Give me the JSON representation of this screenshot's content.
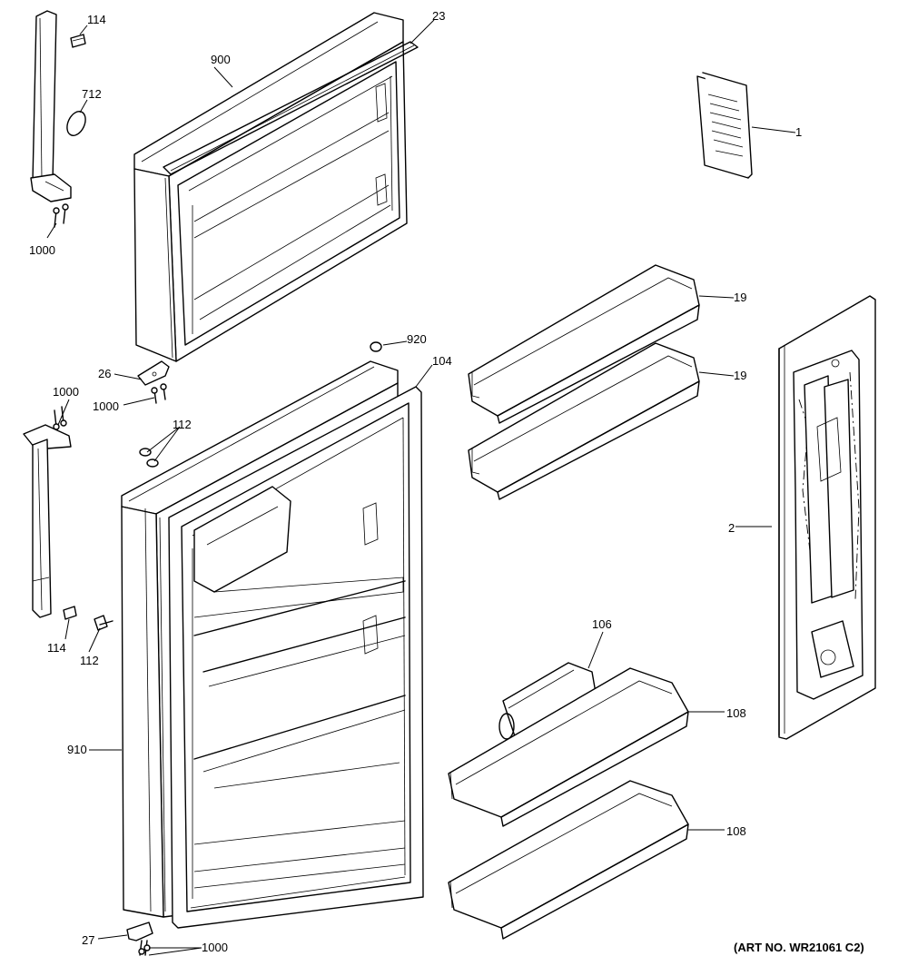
{
  "diagram": {
    "art_no": "(ART NO. WR21061 C2)",
    "callouts": [
      {
        "id": "c-114-top",
        "label": "114"
      },
      {
        "id": "c-712",
        "label": "712"
      },
      {
        "id": "c-1000-a",
        "label": "1000"
      },
      {
        "id": "c-900",
        "label": "900"
      },
      {
        "id": "c-23",
        "label": "23"
      },
      {
        "id": "c-1",
        "label": "1"
      },
      {
        "id": "c-19-a",
        "label": "19"
      },
      {
        "id": "c-19-b",
        "label": "19"
      },
      {
        "id": "c-920",
        "label": "920"
      },
      {
        "id": "c-104",
        "label": "104"
      },
      {
        "id": "c-26",
        "label": "26"
      },
      {
        "id": "c-1000-b",
        "label": "1000"
      },
      {
        "id": "c-1000-c",
        "label": "1000"
      },
      {
        "id": "c-112-a",
        "label": "112"
      },
      {
        "id": "c-2",
        "label": "2"
      },
      {
        "id": "c-106",
        "label": "106"
      },
      {
        "id": "c-114-bot",
        "label": "114"
      },
      {
        "id": "c-112-b",
        "label": "112"
      },
      {
        "id": "c-108-a",
        "label": "108"
      },
      {
        "id": "c-910",
        "label": "910"
      },
      {
        "id": "c-108-b",
        "label": "108"
      },
      {
        "id": "c-27",
        "label": "27"
      },
      {
        "id": "c-1000-d",
        "label": "1000"
      }
    ]
  }
}
